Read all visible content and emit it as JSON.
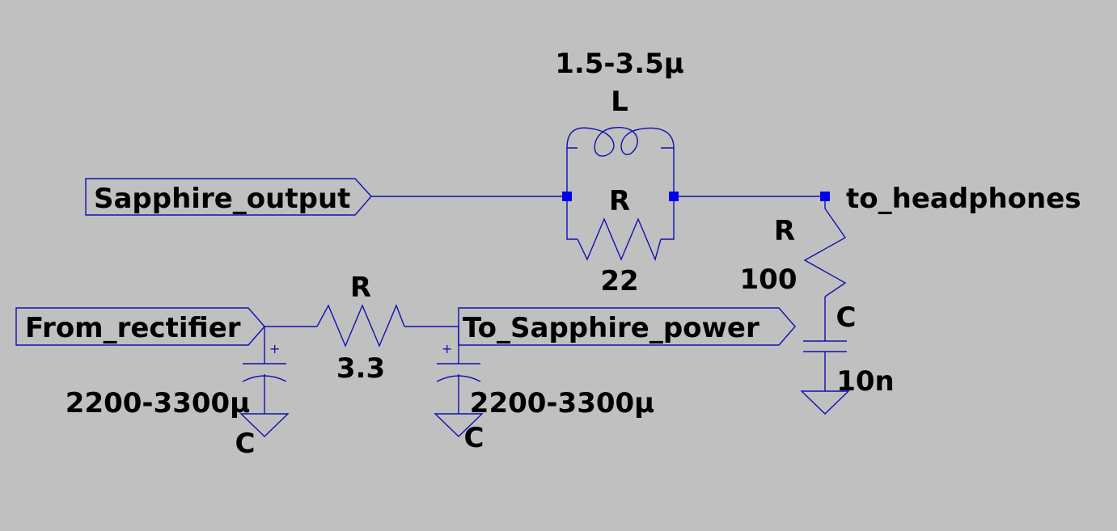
{
  "colors": {
    "background": "#c0c0c0",
    "wire": "#1010b0",
    "junction": "#0000ee",
    "text": "#000000"
  },
  "nets": {
    "sapphire_output": "Sapphire_output",
    "to_headphones": "to_headphones",
    "from_rectifier": "From_rectifier",
    "to_sapphire_power": "To_Sapphire_power"
  },
  "components": {
    "inductor": {
      "name": "L",
      "value": "1.5-3.5µ"
    },
    "resistor_parallel": {
      "name": "R",
      "value": "22"
    },
    "resistor_zobel": {
      "name": "R",
      "value": "100"
    },
    "capacitor_zobel": {
      "name": "C",
      "value": "10n"
    },
    "resistor_filter": {
      "name": "R",
      "value": "3.3"
    },
    "capacitor_input": {
      "name": "C",
      "value": "2200-3300µ"
    },
    "capacitor_output": {
      "name": "C",
      "value": "2200-3300µ"
    }
  },
  "symbols": {
    "polarity_plus": "+"
  }
}
